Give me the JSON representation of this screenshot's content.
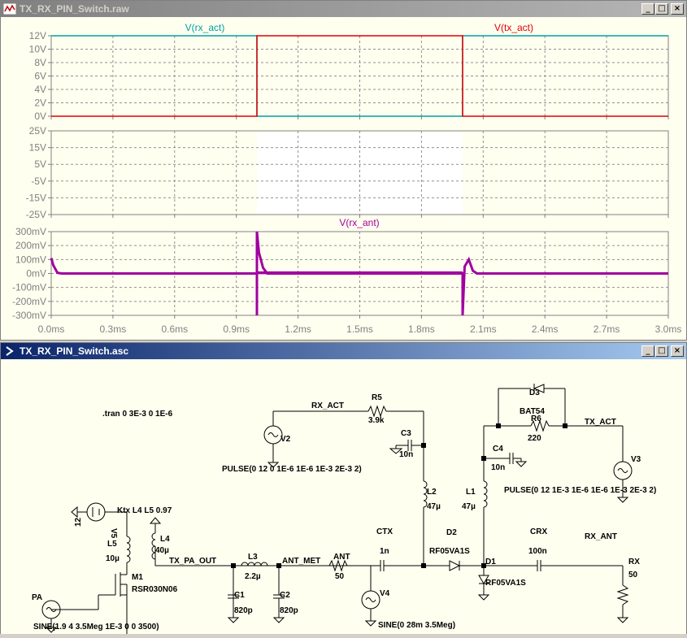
{
  "waveform_window": {
    "title": "TX_RX_PIN_Switch.raw",
    "trace_labels": {
      "rx_act": "V(rx_act)",
      "tx_act": "V(tx_act)",
      "rx_ant": "V(rx_ant)"
    },
    "colors": {
      "rx_act": "#00a0a0",
      "tx_act": "#e00000",
      "rx_ant": "#a000a0",
      "axis_text": "#808080"
    },
    "pane1_ticks": [
      "12V",
      "10V",
      "8V",
      "6V",
      "4V",
      "2V",
      "0V"
    ],
    "pane2_ticks": [
      "25V",
      "15V",
      "5V",
      "-5V",
      "-15V",
      "-25V"
    ],
    "pane3_ticks": [
      "300mV",
      "200mV",
      "100mV",
      "0mV",
      "-100mV",
      "-200mV",
      "-300mV"
    ],
    "x_ticks": [
      "0.0ms",
      "0.3ms",
      "0.6ms",
      "0.9ms",
      "1.2ms",
      "1.5ms",
      "1.8ms",
      "2.1ms",
      "2.4ms",
      "2.7ms",
      "3.0ms"
    ]
  },
  "chart_data": [
    {
      "type": "line",
      "pane": 1,
      "x_unit": "ms",
      "xlim": [
        0,
        3.0
      ],
      "ylim": [
        0,
        12
      ],
      "grid": true,
      "series": [
        {
          "name": "V(rx_act)",
          "x": [
            0,
            1.0,
            1.0,
            2.0,
            2.0,
            3.0
          ],
          "y": [
            12,
            12,
            0,
            0,
            12,
            12
          ]
        },
        {
          "name": "V(tx_act)",
          "x": [
            0,
            1.0,
            1.0,
            2.0,
            2.0,
            3.0
          ],
          "y": [
            0,
            0,
            12,
            12,
            0,
            0
          ]
        }
      ]
    },
    {
      "type": "line",
      "pane": 2,
      "x_unit": "ms",
      "xlim": [
        0,
        3.0
      ],
      "ylim": [
        -25,
        25
      ],
      "grid": true,
      "series": []
    },
    {
      "type": "line",
      "pane": 3,
      "x_unit": "ms",
      "xlim": [
        0,
        3.0
      ],
      "ylim": [
        -300,
        300
      ],
      "grid": true,
      "series": [
        {
          "name": "V(rx_ant)",
          "x": [
            0,
            0.01,
            0.03,
            0.05,
            1.0,
            1.0,
            1.0,
            1.01,
            1.03,
            1.05,
            2.0,
            2.0,
            2.01,
            2.03,
            2.05,
            2.07,
            2.09,
            3.0
          ],
          "y": [
            110,
            60,
            5,
            0,
            0,
            -300,
            300,
            150,
            40,
            0,
            0,
            -300,
            50,
            100,
            20,
            0,
            0,
            0
          ]
        }
      ],
      "band": {
        "x_start": 1.0,
        "x_end": 2.0,
        "y_min": -5,
        "y_max": 15
      }
    }
  ],
  "schematic_window": {
    "title": "TX_RX_PIN_Switch.asc",
    "directive": ".tran 0 3E-3 0 1E-6",
    "labels": {
      "rx_act": "RX_ACT",
      "tx_act": "TX_ACT",
      "tx_pa_out": "TX_PA_OUT",
      "ant_met": "ANT_MET",
      "ctx": "CTX",
      "ctx_val": "1n",
      "crx": "CRX",
      "crx_val": "100n",
      "rx_ant": "RX_ANT",
      "r5": "R5",
      "r5_val": "3.9k",
      "r6": "R6",
      "r6_val": "220",
      "d3": "D3",
      "d3_val": "BAT54",
      "c3": "C3",
      "c3_val": "10n",
      "c4": "C4",
      "c4_val": "10n",
      "l2": "L2",
      "l2_val": "47µ",
      "l1": "L1",
      "l1_val": "47µ",
      "d2": "D2",
      "d2_val": "RF05VA1S",
      "d1": "D1",
      "d1_val": "RF05VA1S",
      "rx": "RX",
      "rx_val": "50",
      "v2": "V2",
      "v3": "V3",
      "v4": "V4",
      "v5": "V5",
      "v5_val": "12",
      "v2_pulse": "PULSE(0 12 0 1E-6 1E-6 1E-3 2E-3 2)",
      "v3_pulse": "PULSE(0 12 1E-3 1E-6 1E-6 1E-3 2E-3 2)",
      "ktx": "Ktx L4 L5 0.97",
      "l5": "L5",
      "l5_val": "10µ",
      "l4": "L4",
      "l4_val": "40µ",
      "m1": "M1",
      "m1_val": "RSR030N06",
      "pa": "PA",
      "pa_sine": "SINE(1.9 4 3.5Meg 1E-3 0 0 3500)",
      "l3": "L3",
      "l3_val": "2.2µ",
      "ant": "ANT",
      "ant_val": "50",
      "c1": "C1",
      "c1_val": "820p",
      "c2": "C2",
      "c2_val": "820p",
      "v4_sine": "SINE(0 28m 3.5Meg)"
    }
  }
}
